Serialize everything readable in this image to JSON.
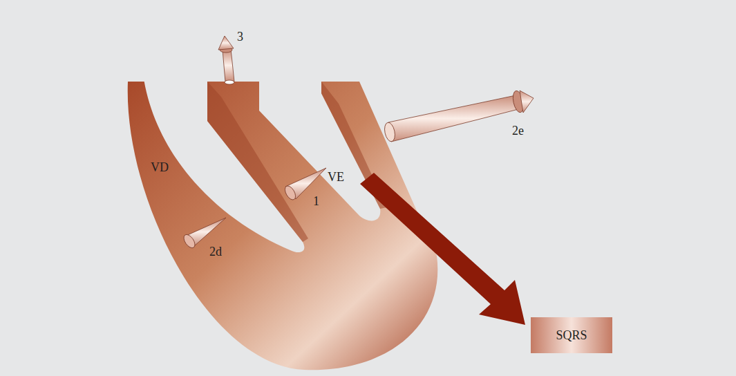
{
  "diagram": {
    "nodes": [
      {
        "text": [
          "SQRS"
        ]
      }
    ],
    "labels": [
      "3",
      "2e",
      "VD",
      "VE",
      "1",
      "2d"
    ]
  }
}
